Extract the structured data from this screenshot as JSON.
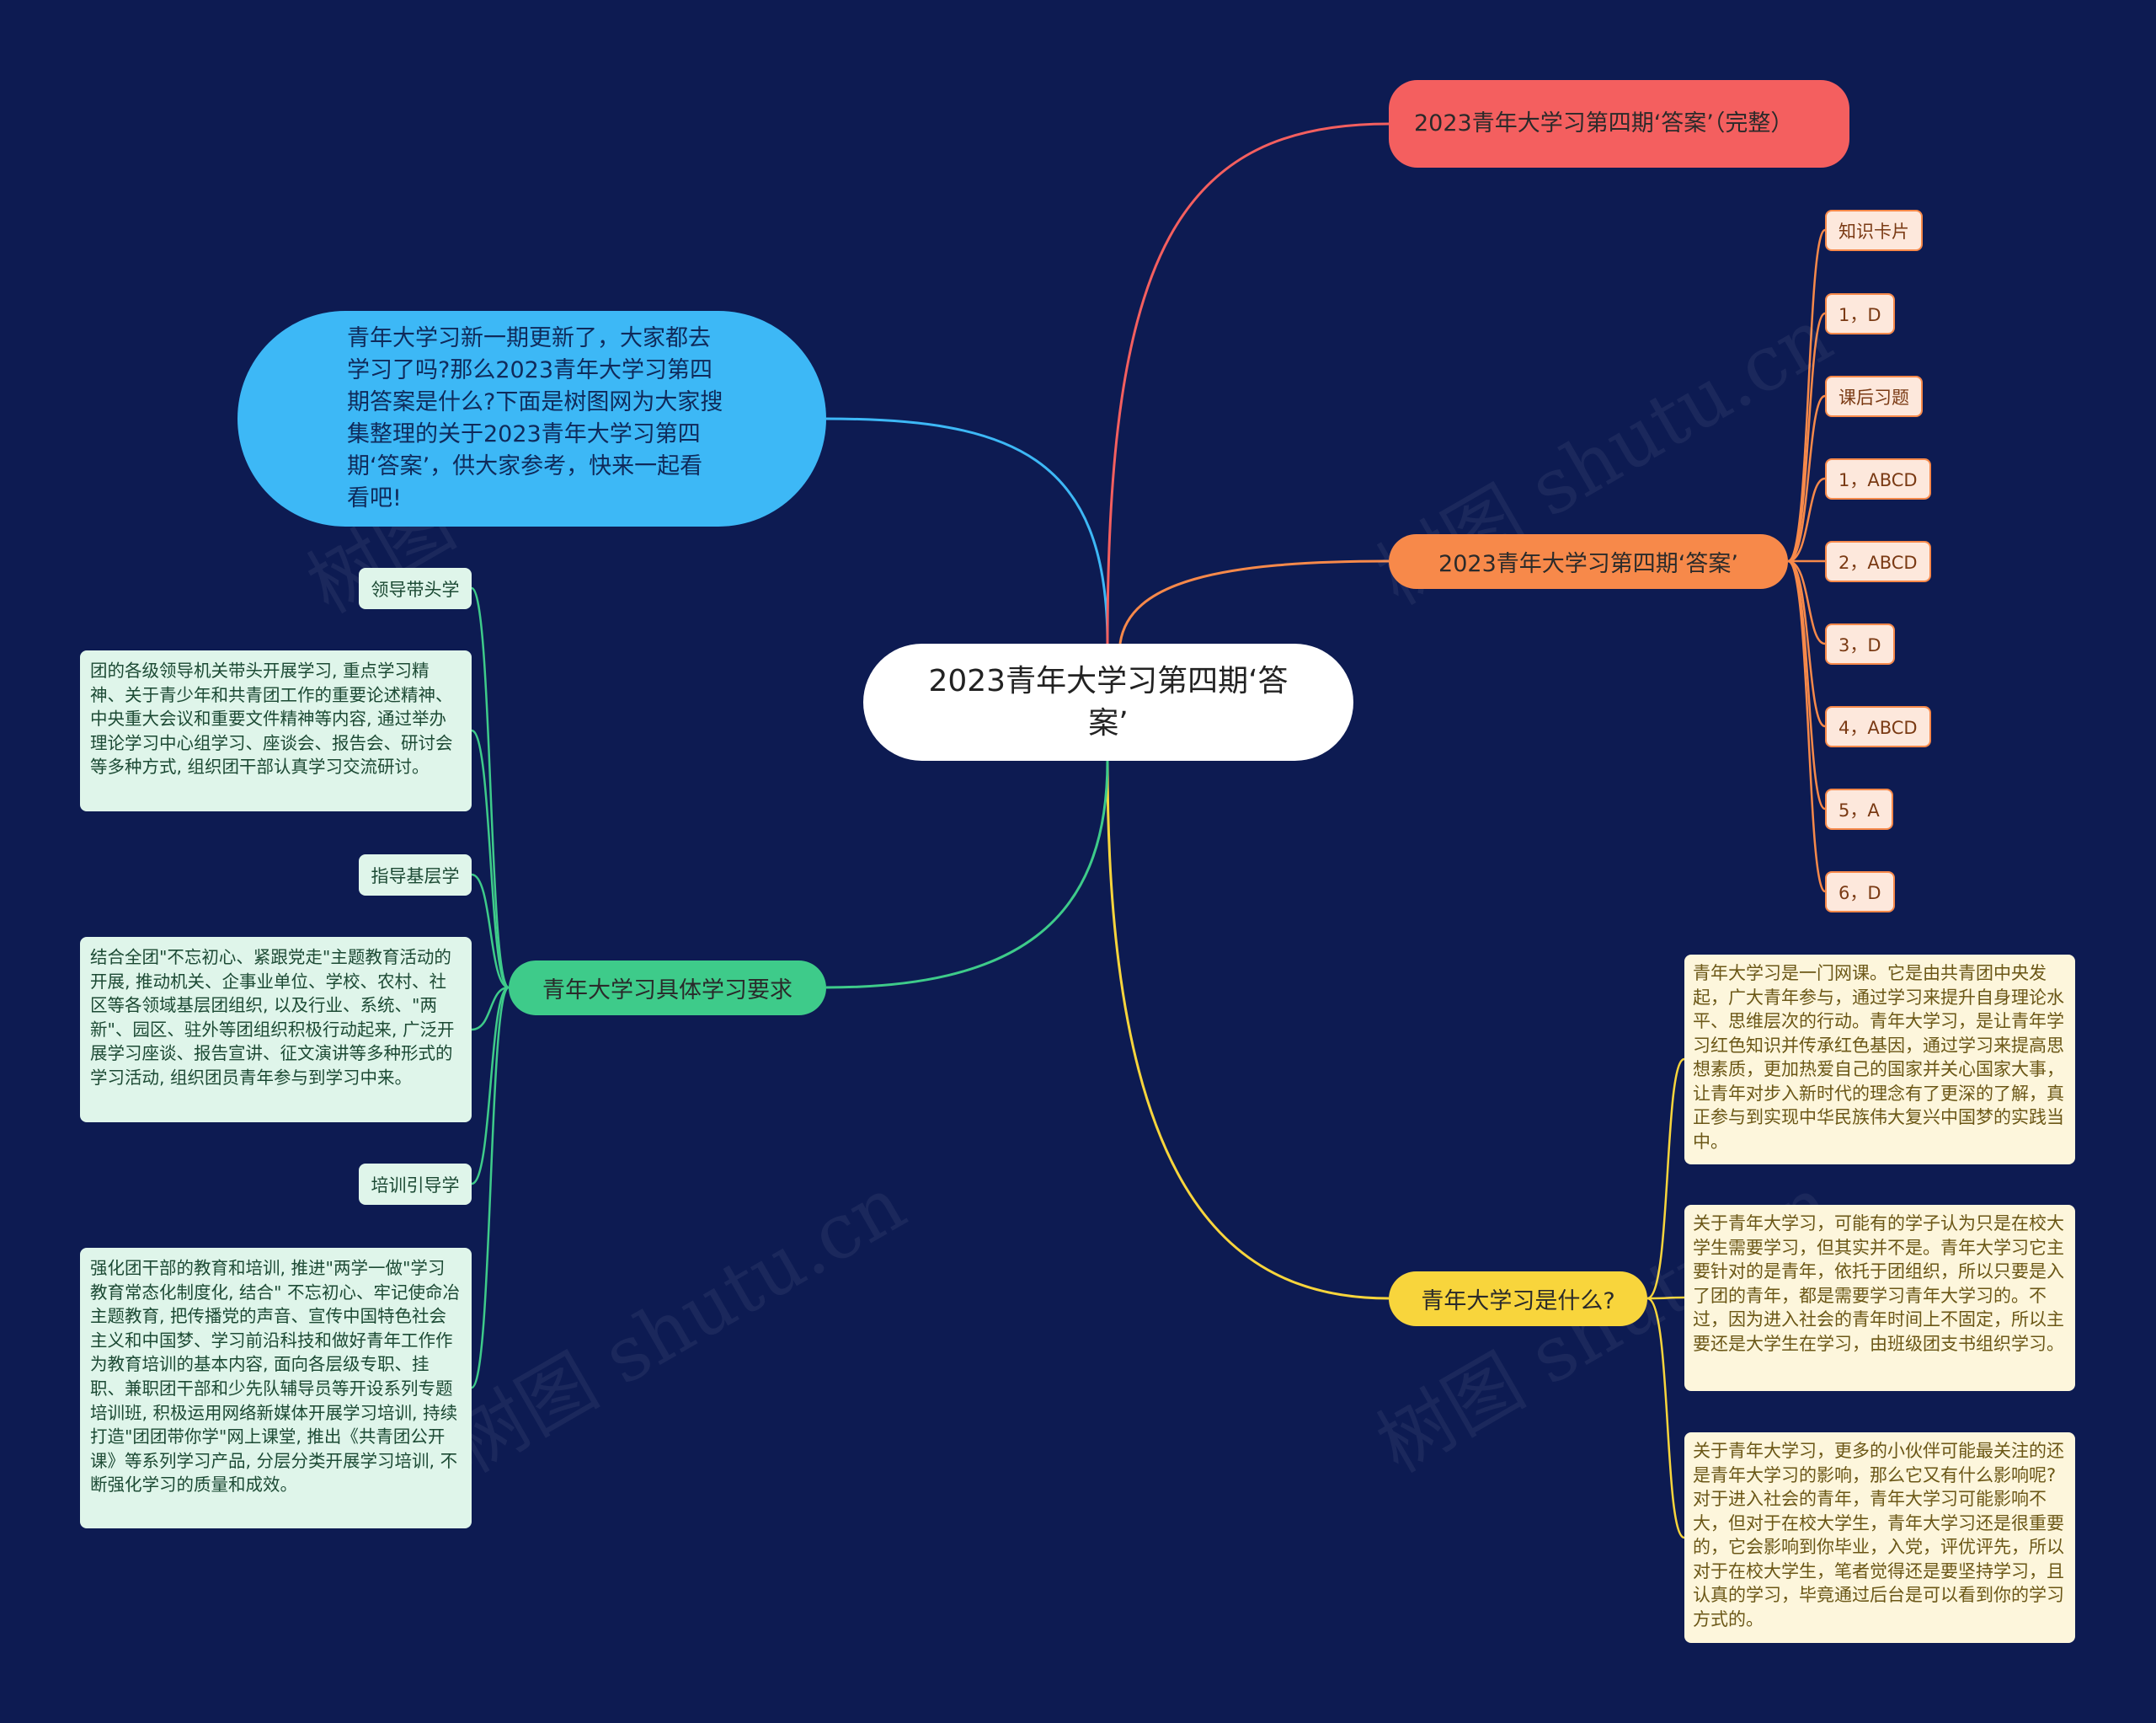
{
  "root": "2023青年大学习第四期‘答案’",
  "intro": "青年大学习新一期更新了，大家都去学习了吗?那么2023青年大学习第四期答案是什么?下面是树图网为大家搜集整理的关于2023青年大学习第四期‘答案’，供大家参考，快来一起看看吧!",
  "branch_red": "2023青年大学习第四期‘答案’（完整）",
  "branch_orange": {
    "label": "2023青年大学习第四期‘答案’",
    "items": [
      "知识卡片",
      "1，D",
      "课后习题",
      "1，ABCD",
      "2，ABCD",
      "3，D",
      "4，ABCD",
      "5，A",
      "6，D"
    ]
  },
  "branch_yellow": {
    "label": "青年大学习是什么?",
    "items": [
      "青年大学习是一门网课。它是由共青团中央发起，广大青年参与，通过学习来提升自身理论水平、思维层次的行动。青年大学习，是让青年学习红色知识并传承红色基因，通过学习来提高思想素质，更加热爱自己的国家并关心国家大事，让青年对步入新时代的理念有了更深的了解，真正参与到实现中华民族伟大复兴中国梦的实践当中。",
      "关于青年大学习，可能有的学子认为只是在校大学生需要学习，但其实并不是。青年大学习它主要针对的是青年，依托于团组织，所以只要是入了团的青年，都是需要学习青年大学习的。不过，因为进入社会的青年时间上不固定，所以主要还是大学生在学习，由班级团支书组织学习。",
      "关于青年大学习，更多的小伙伴可能最关注的还是青年大学习的影响，那么它又有什么影响呢?对于进入社会的青年，青年大学习可能影响不大，但对于在校大学生，青年大学习还是很重要的，它会影响到你毕业，入党，评优评先，所以对于在校大学生，笔者觉得还是要坚持学习，且认真的学习，毕竟通过后台是可以看到你的学习方式的。"
    ]
  },
  "branch_green": {
    "label": "青年大学习具体学习要求",
    "items": [
      {
        "title": "领导带头学",
        "text": "团的各级领导机关带头开展学习, 重点学习精神、关于青少年和共青团工作的重要论述精神、中央重大会议和重要文件精神等内容, 通过举办理论学习中心组学习、座谈会、报告会、研讨会等多种方式, 组织团干部认真学习交流研讨。"
      },
      {
        "title": "指导基层学",
        "text": "结合全团\"不忘初心、紧跟党走\"主题教育活动的开展, 推动机关、企事业单位、学校、农村、社区等各领域基层团组织, 以及行业、系统、\"两新\"、园区、驻外等团组织积极行动起来, 广泛开展学习座谈、报告宣讲、征文演讲等多种形式的学习活动, 组织团员青年参与到学习中来。"
      },
      {
        "title": "培训引导学",
        "text": "强化团干部的教育和培训, 推进\"两学一做\"学习教育常态化制度化, 结合\" 不忘初心、牢记使命冶主题教育, 把传播党的声音、宣传中国特色社会主义和中国梦、学习前沿科技和做好青年工作作为教育培训的基本内容, 面向各层级专职、挂职、兼职团干部和少先队辅导员等开设系列专题培训班, 积极运用网络新媒体开展学习培训, 持续打造\"团团带你学\"网上课堂, 推出《共青团公开课》等系列学习产品, 分层分类开展学习培训, 不断强化学习的质量和成效。"
      }
    ]
  },
  "watermark": "树图 shutu.cn",
  "colors": {
    "bg": "#0d1b52",
    "red": "#f45f5f",
    "orange": "#f7894a",
    "yellow": "#f8d53c",
    "green": "#3ecb8a",
    "blue": "#3db8f6"
  }
}
